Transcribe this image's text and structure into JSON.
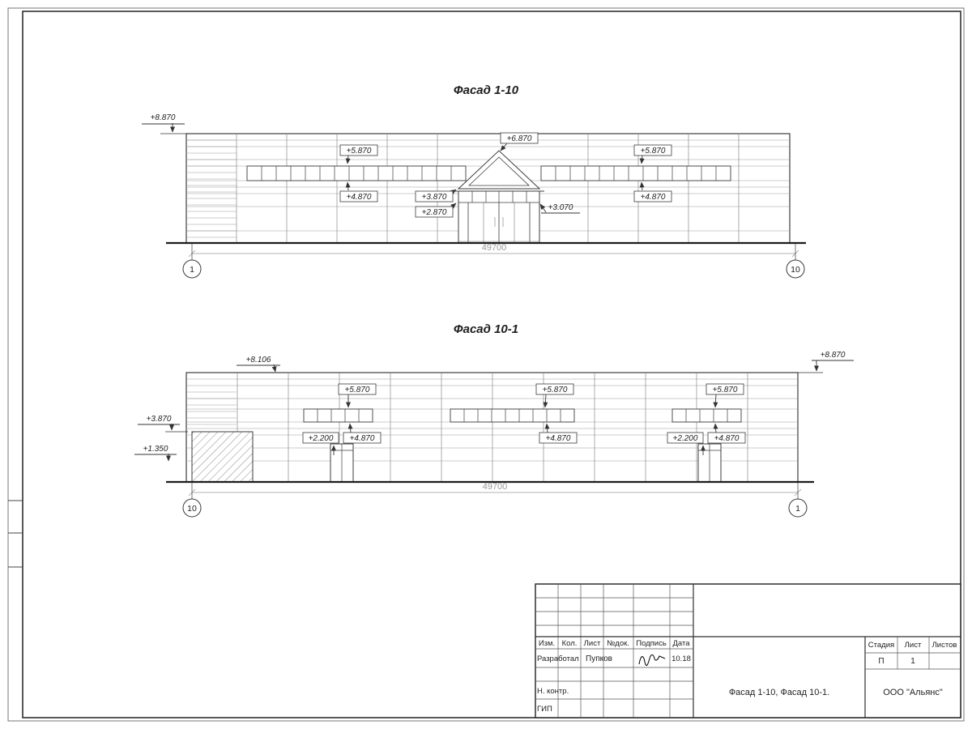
{
  "facade1": {
    "title": "Фасад 1-10",
    "marks": {
      "top_left": "+8.870",
      "entrance_top": "+6.870",
      "win_top_left": "+5.870",
      "win_top_right": "+5.870",
      "win_bottom_left": "+4.870",
      "win_bottom_right": "+4.870",
      "canopy": "+3.870",
      "transom": "+2.870",
      "entrance_side": "+3.070"
    },
    "dimension": "49700",
    "axis_left": "1",
    "axis_right": "10"
  },
  "facade2": {
    "title": "Фасад 10-1",
    "marks": {
      "top_left": "+8.106",
      "top_right": "+8.870",
      "wall_left_upper": "+3.870",
      "wall_left_lower": "+1.350",
      "win_top_a": "+5.870",
      "win_top_b": "+5.870",
      "win_top_c": "+5.870",
      "win_bottom_a": "+4.870",
      "win_bottom_b": "+4.870",
      "win_bottom_c": "+4.870",
      "door_a": "+2.200",
      "door_b": "+2.200"
    },
    "dimension": "49700",
    "axis_left": "10",
    "axis_right": "1"
  },
  "titleblock": {
    "headers": {
      "izm": "Изм.",
      "kol": "Кол.",
      "list": "Лист",
      "ndok": "№док.",
      "podpis": "Подпись",
      "data": "Дата"
    },
    "rows": {
      "razrab_role": "Разработал",
      "razrab_name": "Пупков",
      "razrab_date": "10.18",
      "nkontr_role": "Н. контр.",
      "gip_role": "ГИП"
    },
    "doc_title": "Фасад 1-10, Фасад 10-1.",
    "company": "ООО \"Альянс\"",
    "stage": {
      "label": "Стадия",
      "value": "П"
    },
    "sheet": {
      "label": "Лист",
      "value": "1"
    },
    "sheets": {
      "label": "Листов"
    }
  }
}
